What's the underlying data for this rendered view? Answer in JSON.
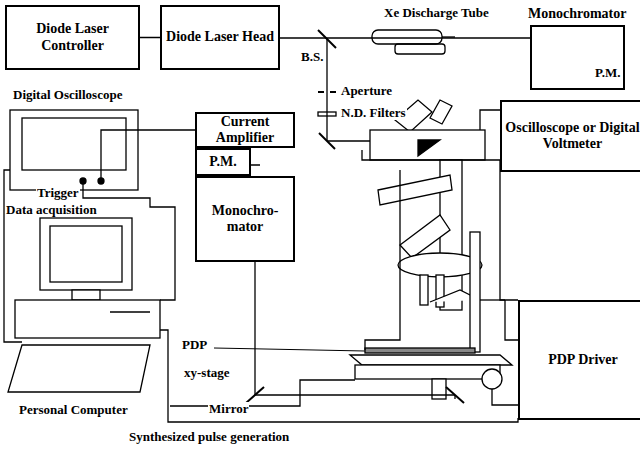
{
  "diagram": {
    "nodes": [
      {
        "text": [
          "Diode Laser Controller"
        ]
      },
      {
        "text": [
          "Diode Laser Head"
        ]
      },
      {
        "text": [
          "Monochromator"
        ]
      },
      {
        "text": [
          "Oscilloscope or Digital Voltmeter"
        ]
      },
      {
        "text": [
          "Current Amplifier"
        ]
      },
      {
        "text": [
          "P.M."
        ]
      },
      {
        "text": [
          "Monochro- mator"
        ]
      },
      {
        "text": [
          "PDP Driver"
        ]
      }
    ],
    "edges": [
      {
        "from": 0,
        "to": 1,
        "arrow": "none"
      },
      {
        "from": 4,
        "to": 5,
        "arrow": "none"
      }
    ],
    "labels": [
      "Xe Discharge Tube",
      "B.S.",
      "Aperture",
      "N.D. Filters",
      "P.M.",
      "Digital Oscilloscope",
      "Trigger",
      "Data acquisition",
      "Personal Computer",
      "PDP",
      "xy-stage",
      "Mirror",
      "Synthesized pulse generation"
    ]
  }
}
